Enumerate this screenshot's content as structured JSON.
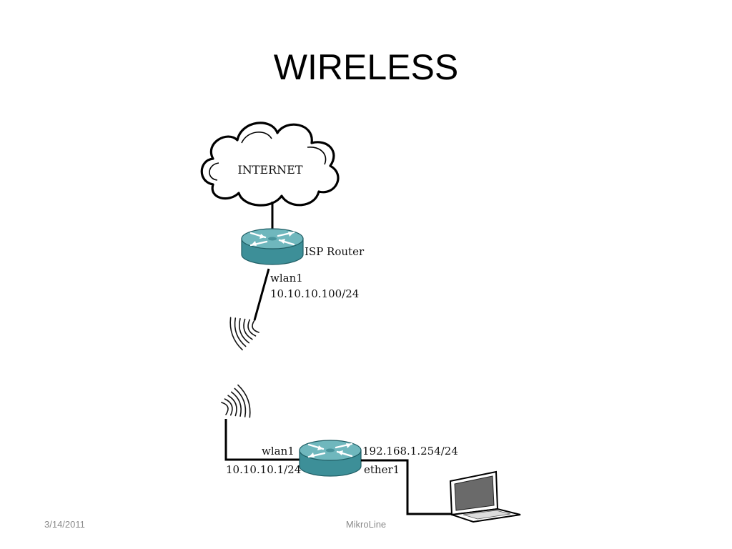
{
  "slide": {
    "title": "WIRELESS"
  },
  "diagram": {
    "cloud_label": "INTERNET",
    "isp_router_label": "ISP Router",
    "isp_wlan_label": "wlan1",
    "isp_wlan_ip": "10.10.10.100/24",
    "client_wlan_label": "wlan1",
    "client_wlan_ip": "10.10.10.1/24",
    "client_lan_ip": "192.168.1.254/24",
    "client_ether_label": "ether1"
  },
  "footer": {
    "date": "3/14/2011",
    "center": "MikroLine"
  },
  "colors": {
    "router_top": "#6fb7bd",
    "router_side": "#3d8f98",
    "router_arrows": "#ffffff",
    "line": "#000000",
    "footer_text": "#8a8a8a"
  },
  "icons": [
    "cloud-icon",
    "router-icon",
    "antenna-waves-icon",
    "laptop-icon"
  ]
}
